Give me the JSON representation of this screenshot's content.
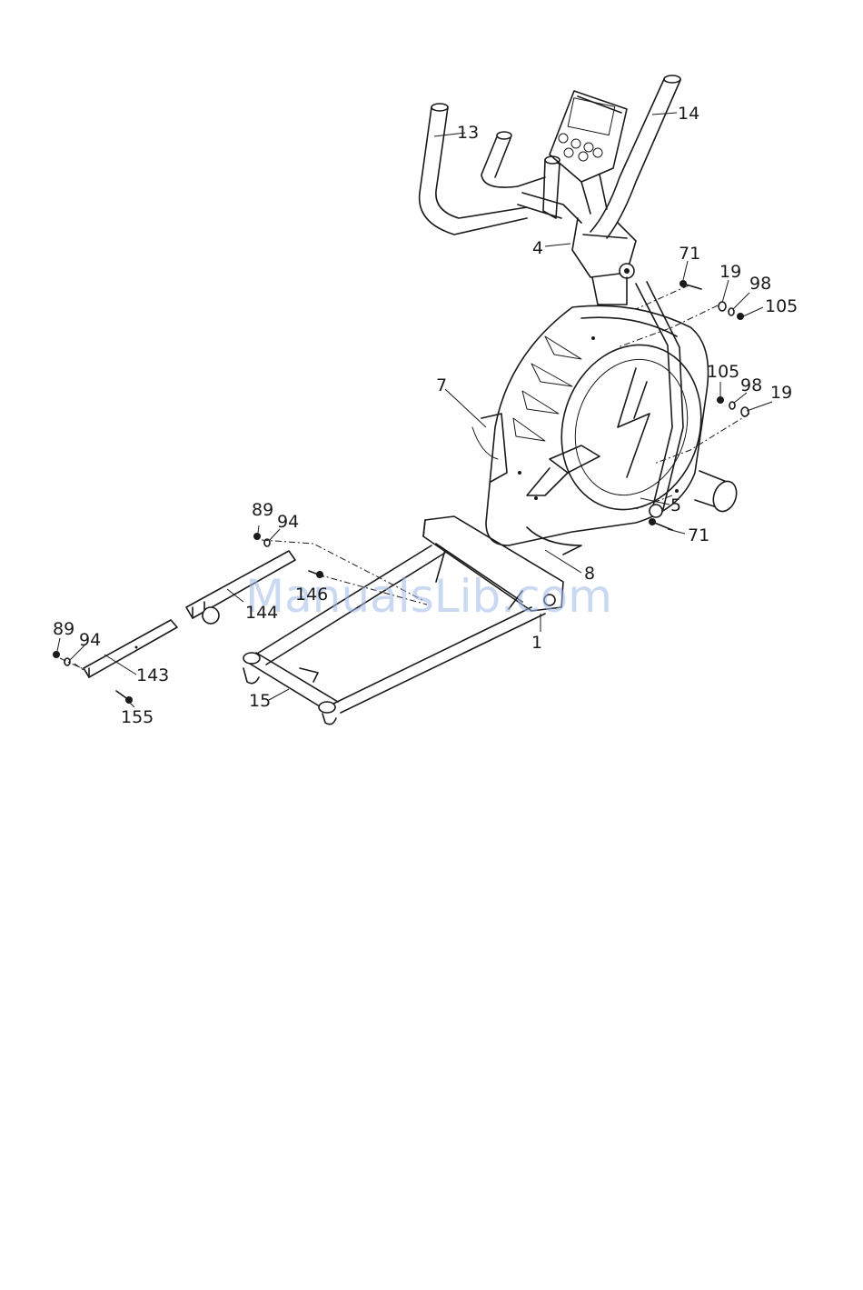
{
  "watermark": "ManualsLib.com",
  "labels": {
    "p13": "13",
    "p14": "14",
    "p4": "4",
    "p71_top": "71",
    "p19_top": "19",
    "p98_top": "98",
    "p105_top": "105",
    "p105_mid": "105",
    "p98_mid": "98",
    "p19_mid": "19",
    "p7": "7",
    "p5": "5",
    "p71_bottom": "71",
    "p8": "8",
    "p89_upper": "89",
    "p94_upper": "94",
    "p146": "146",
    "p144": "144",
    "p1": "1",
    "p89_lower": "89",
    "p94_lower": "94",
    "p143": "143",
    "p15": "15",
    "p155": "155"
  }
}
